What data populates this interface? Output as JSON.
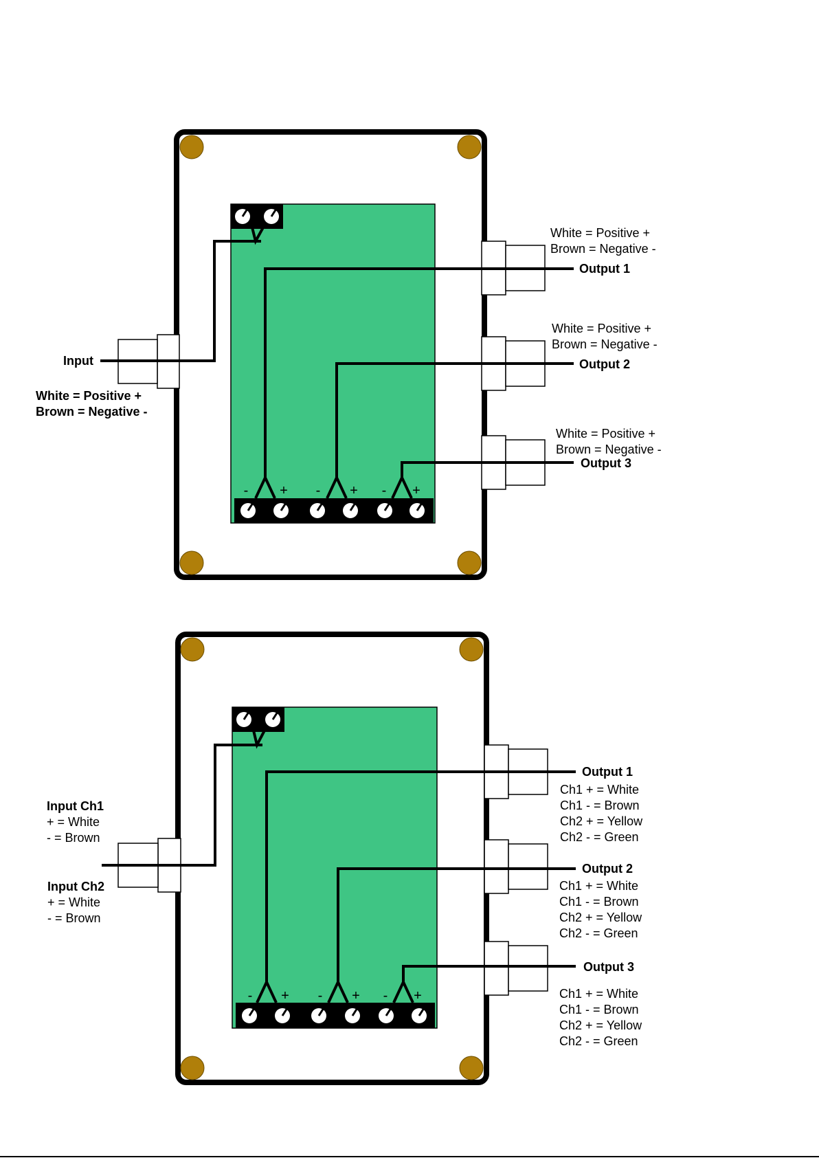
{
  "colors": {
    "board": "#3fc584",
    "screw": "#b07f0a",
    "wire": "#000000",
    "enclosure_fill": "#ffffff"
  },
  "diagram1": {
    "input_label": "Input",
    "input_note": [
      "White = Positive +",
      "Brown = Negative -"
    ],
    "outputs": [
      {
        "label": "Output 1",
        "note": [
          "White = Positive +",
          "Brown = Negative -"
        ]
      },
      {
        "label": "Output 2",
        "note": [
          "White = Positive +",
          "Brown = Negative -"
        ]
      },
      {
        "label": "Output 3",
        "note": [
          "White = Positive +",
          "Brown = Negative -"
        ]
      }
    ],
    "terminal_signs": [
      "-",
      "+",
      "-",
      "+",
      "-",
      "+"
    ]
  },
  "diagram2": {
    "input_ch1": {
      "title": "Input Ch1",
      "lines": [
        "+ = White",
        "- = Brown"
      ]
    },
    "input_ch2": {
      "title": "Input Ch2",
      "lines": [
        "+ = White",
        "- = Brown"
      ]
    },
    "outputs": [
      {
        "label": "Output 1",
        "note": [
          "Ch1 + = White",
          "Ch1 - = Brown",
          "Ch2 + = Yellow",
          "Ch2 - = Green"
        ]
      },
      {
        "label": "Output 2",
        "note": [
          "Ch1 +  = White",
          "Ch1 - = Brown",
          "Ch2 + = Yellow",
          "Ch2 - = Green"
        ]
      },
      {
        "label": "Output 3",
        "note": [
          "Ch1 + = White",
          "Ch1 - = Brown",
          "Ch2 + = Yellow",
          "Ch2 - = Green"
        ]
      }
    ],
    "terminal_signs": [
      "-",
      "+",
      "-",
      "+",
      "-",
      "+"
    ]
  }
}
